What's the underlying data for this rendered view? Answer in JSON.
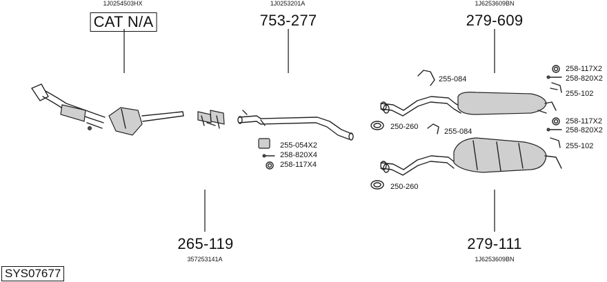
{
  "parts": {
    "cat": {
      "oe": "1J0254503HX",
      "number": "CAT N/A"
    },
    "middle": {
      "oe": "1J0253201A",
      "number": "753-277"
    },
    "rear_a": {
      "oe": "1J6253609BN",
      "number": "279-609"
    },
    "clamp": {
      "oe": "357253141A",
      "number": "265-119"
    },
    "rear_b": {
      "oe": "1J6253609BN",
      "number": "279-111"
    }
  },
  "accessories": {
    "a1": "255-054X2",
    "a2": "258-820X4",
    "a3": "258-117X4",
    "b1": "255-084",
    "b2": "250-260",
    "b3": "258-117X2",
    "b4": "258-820X2",
    "b5": "255-102",
    "c1": "255-084",
    "c2": "250-260",
    "c3": "258-117X2",
    "c4": "258-820X2",
    "c5": "255-102"
  },
  "system_code": "SYS07677",
  "icons": [
    "catalytic-converter-icon",
    "pipe-icon",
    "clamp-icon",
    "muffler-icon",
    "hanger-icon",
    "ring-icon",
    "bolt-icon",
    "gasket-icon"
  ]
}
